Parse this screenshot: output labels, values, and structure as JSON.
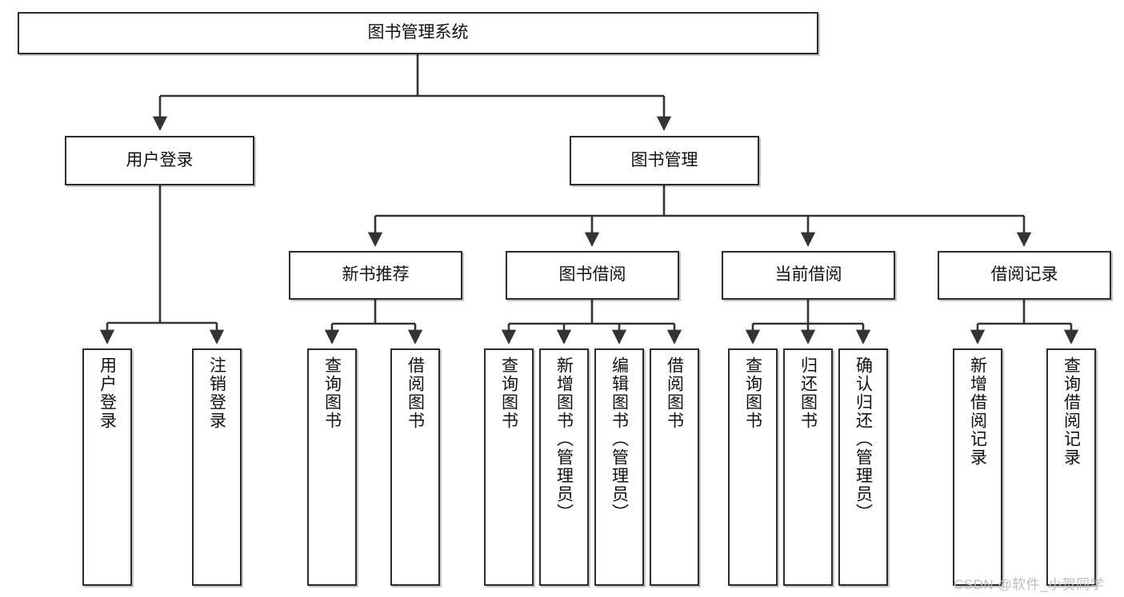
{
  "diagram": {
    "title": "图书管理系统",
    "watermark": "CSDN @软件_小贺同学",
    "colors": {
      "box_border": "#2b2b2b",
      "box_fill": "#ffffff",
      "connector": "#333333",
      "watermark": "#bdbdbd",
      "background": "#ffffff"
    },
    "root": {
      "id": "root",
      "label": "图书管理系统"
    },
    "level1": [
      {
        "id": "user-login",
        "label": "用户登录"
      },
      {
        "id": "book-manage",
        "label": "图书管理"
      }
    ],
    "level2": [
      {
        "id": "new-book-recommend",
        "label": "新书推荐"
      },
      {
        "id": "book-borrow",
        "label": "图书借阅"
      },
      {
        "id": "current-borrow",
        "label": "当前借阅"
      },
      {
        "id": "borrow-record",
        "label": "借阅记录"
      }
    ],
    "leaves": {
      "user_login": [
        {
          "id": "leaf-user-login",
          "label": "用户登录"
        },
        {
          "id": "leaf-logout-login",
          "label": "注销登录"
        }
      ],
      "new_book_recommend": [
        {
          "id": "leaf-query-book-1",
          "label": "查询图书"
        },
        {
          "id": "leaf-borrow-book-1",
          "label": "借阅图书"
        }
      ],
      "book_borrow": [
        {
          "id": "leaf-query-book-2",
          "label": "查询图书"
        },
        {
          "id": "leaf-add-book",
          "label": "新增图书（管理员）"
        },
        {
          "id": "leaf-edit-book",
          "label": "编辑图书（管理员）"
        },
        {
          "id": "leaf-borrow-book-2",
          "label": "借阅图书"
        }
      ],
      "current_borrow": [
        {
          "id": "leaf-query-book-3",
          "label": "查询图书"
        },
        {
          "id": "leaf-return-book",
          "label": "归还图书"
        },
        {
          "id": "leaf-confirm-return",
          "label": "确认归还（管理员）"
        }
      ],
      "borrow_record": [
        {
          "id": "leaf-add-record",
          "label": "新增借阅记录"
        },
        {
          "id": "leaf-query-record",
          "label": "查询借阅记录"
        }
      ]
    }
  }
}
